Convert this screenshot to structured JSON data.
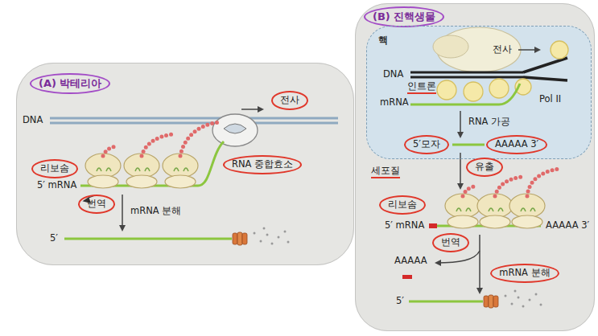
{
  "diagram": {
    "nodes": [
      {
        "text": [
          "(A) 박테리아"
        ]
      },
      {
        "text": [
          "전사"
        ],
        "in": 0
      },
      {
        "text": [
          "리보솜"
        ],
        "in": 0
      },
      {
        "text": [
          "RNA 중합효소"
        ],
        "in": 0
      },
      {
        "text": [
          "번역"
        ],
        "in": 0
      },
      {
        "text": [
          "(B) 진핵생물"
        ]
      },
      {
        "text": [
          "핵"
        ],
        "in": 5
      },
      {
        "text": [
          "5′모자"
        ],
        "in": 6
      },
      {
        "text": [
          "AAAAA 3′"
        ],
        "in": 6
      },
      {
        "text": [
          "유출"
        ],
        "in": 5
      },
      {
        "text": [
          "리보솜"
        ],
        "in": 5
      },
      {
        "text": [
          "번역"
        ],
        "in": 5
      },
      {
        "text": [
          "mRNA 분해"
        ],
        "in": 5
      }
    ],
    "labels": [
      "DNA",
      "5′ mRNA",
      "mRNA 분해",
      "5′",
      "DNA",
      "전사",
      "인트론",
      "mRNA",
      "Pol II",
      "RNA 가공",
      "세포질",
      "5′ mRNA",
      "AAAAA 3′",
      "AAAAA",
      "5′"
    ]
  }
}
